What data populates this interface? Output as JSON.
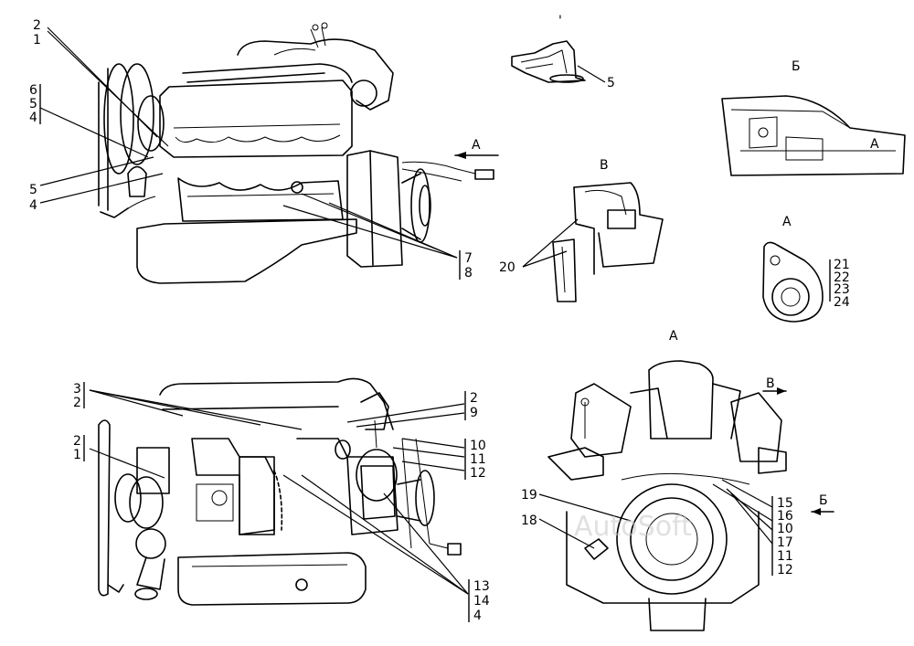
{
  "views": {
    "top_left": {
      "callouts": [
        "2",
        "1",
        "6",
        "5",
        "4",
        "5",
        "4",
        "7",
        "8"
      ]
    },
    "detail_tl": {
      "callouts": [
        "5"
      ]
    },
    "detail_b": {
      "title": "В",
      "callouts": [
        "20"
      ]
    },
    "detail_b2": {
      "title": "Б"
    },
    "detail_a_small": {
      "title": "А",
      "callouts": [
        "21",
        "22",
        "23",
        "24"
      ]
    },
    "bottom_left": {
      "callouts": [
        "3",
        "2",
        "2",
        "1",
        "2",
        "9",
        "10",
        "11",
        "12",
        "13",
        "14",
        "4"
      ]
    },
    "bottom_right": {
      "title": "А",
      "callouts": [
        "19",
        "18",
        "15",
        "16",
        "10",
        "17",
        "11",
        "12"
      ]
    },
    "arrows": {
      "a_arrow": "А",
      "b_arrow": "Б",
      "v_arrow": "В"
    },
    "watermark": "AutoSoft"
  }
}
